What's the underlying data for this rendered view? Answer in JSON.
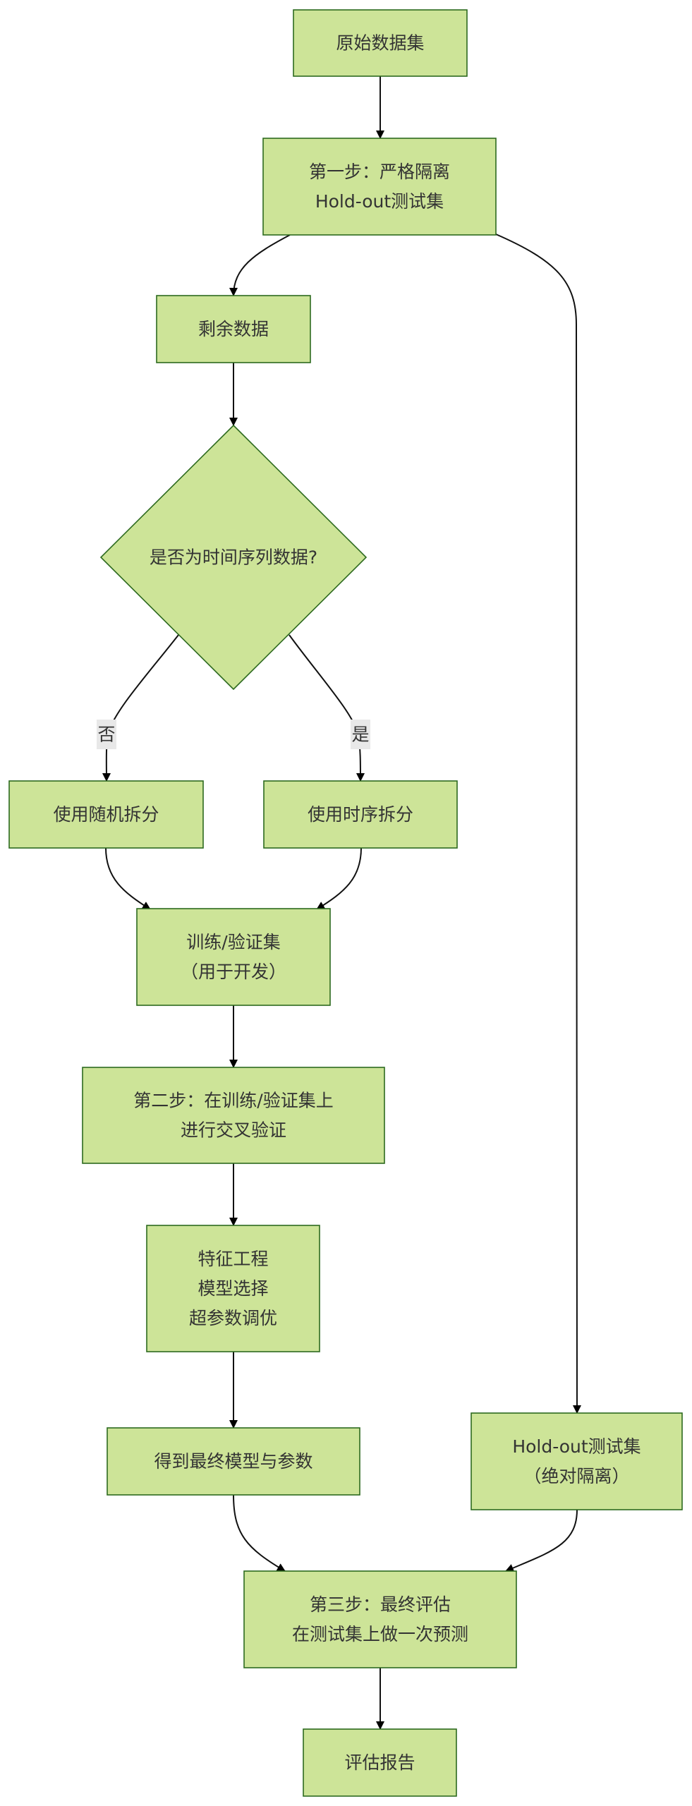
{
  "diagram": {
    "type": "flowchart",
    "direction": "top-down",
    "colors": {
      "node_fill": "#cde498",
      "node_border": "#2d6a1f",
      "edge": "#111111",
      "text": "#333333",
      "edge_label_bg": "#e8e8e8"
    },
    "nodes": [
      {
        "id": "raw",
        "shape": "rect",
        "lines": [
          "原始数据集"
        ]
      },
      {
        "id": "step1",
        "shape": "rect",
        "lines": [
          "第一步：严格隔离",
          "Hold-out测试集"
        ]
      },
      {
        "id": "rest",
        "shape": "rect",
        "lines": [
          "剩余数据"
        ]
      },
      {
        "id": "isTS",
        "shape": "diamond",
        "lines": [
          "是否为时间序列数据?"
        ]
      },
      {
        "id": "random",
        "shape": "rect",
        "lines": [
          "使用随机拆分"
        ]
      },
      {
        "id": "timesplit",
        "shape": "rect",
        "lines": [
          "使用时序拆分"
        ]
      },
      {
        "id": "trainval",
        "shape": "rect",
        "lines": [
          "训练/验证集",
          "（用于开发）"
        ]
      },
      {
        "id": "step2",
        "shape": "rect",
        "lines": [
          "第二步：在训练/验证集上",
          "进行交叉验证"
        ]
      },
      {
        "id": "dev",
        "shape": "rect",
        "lines": [
          "特征工程",
          "模型选择",
          "超参数调优"
        ]
      },
      {
        "id": "final",
        "shape": "rect",
        "lines": [
          "得到最终模型与参数"
        ]
      },
      {
        "id": "holdout",
        "shape": "rect",
        "lines": [
          "Hold-out测试集",
          "（绝对隔离）"
        ]
      },
      {
        "id": "step3",
        "shape": "rect",
        "lines": [
          "第三步：最终评估",
          "在测试集上做一次预测"
        ]
      },
      {
        "id": "report",
        "shape": "rect",
        "lines": [
          "评估报告"
        ]
      }
    ],
    "edges": [
      {
        "from": "raw",
        "to": "step1",
        "label": ""
      },
      {
        "from": "step1",
        "to": "rest",
        "label": ""
      },
      {
        "from": "step1",
        "to": "holdout",
        "label": ""
      },
      {
        "from": "rest",
        "to": "isTS",
        "label": ""
      },
      {
        "from": "isTS",
        "to": "random",
        "label": "否"
      },
      {
        "from": "isTS",
        "to": "timesplit",
        "label": "是"
      },
      {
        "from": "random",
        "to": "trainval",
        "label": ""
      },
      {
        "from": "timesplit",
        "to": "trainval",
        "label": ""
      },
      {
        "from": "trainval",
        "to": "step2",
        "label": ""
      },
      {
        "from": "step2",
        "to": "dev",
        "label": ""
      },
      {
        "from": "dev",
        "to": "final",
        "label": ""
      },
      {
        "from": "final",
        "to": "step3",
        "label": ""
      },
      {
        "from": "holdout",
        "to": "step3",
        "label": ""
      },
      {
        "from": "step3",
        "to": "report",
        "label": ""
      }
    ]
  }
}
